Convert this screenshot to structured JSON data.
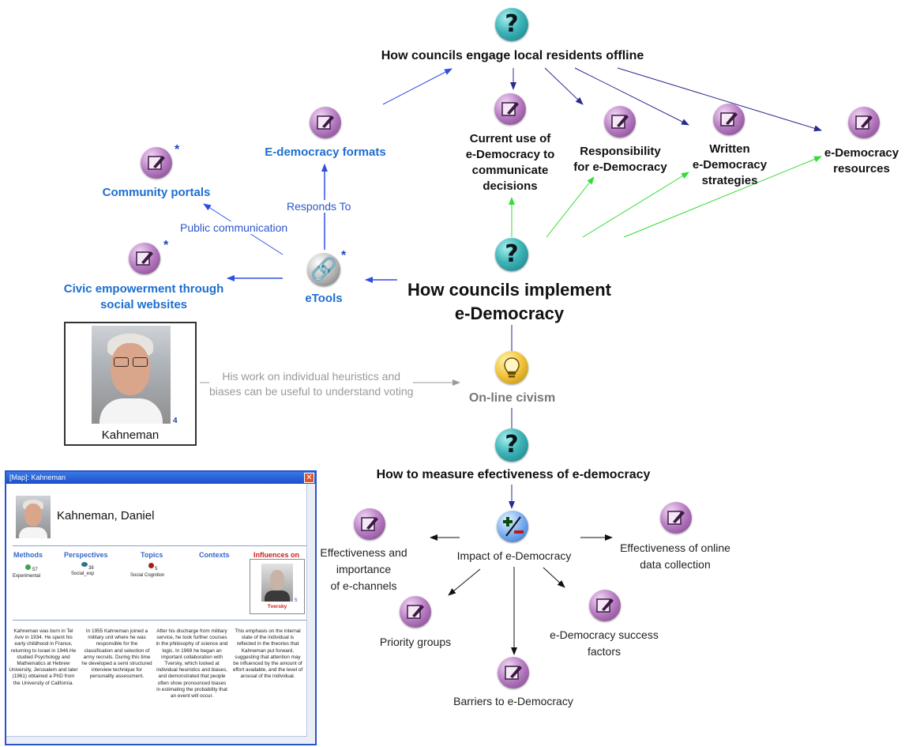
{
  "map": {
    "root_question": "How councils engage local residents offline",
    "central_question": "How councils implement e-Democracy",
    "idea": "On-line civism",
    "measure_question": "How to measure efectiveness of e-democracy",
    "pro_con": "Impact of e-Democracy",
    "nodes": {
      "current_use": "Current use of e-Democracy to communicate decisions",
      "responsibility": "Responsibility for e-Democracy",
      "written": "Written e-Democracy strategies",
      "resources": "e-Democracy resources",
      "formats": "E-democracy formats",
      "community_portals": "Community portals",
      "civic": "Civic empowerment through social websites",
      "etools": "eTools",
      "effectiveness_channels": "Effectiveness and importance of e-channels",
      "online_data": "Effectiveness of online data collection",
      "priority": "Priority groups",
      "success": "e-Democracy success factors",
      "barriers": "Barriers to e-Democracy"
    },
    "lines": {
      "current_use": [
        "Current use of",
        "e-Democracy to",
        "communicate",
        "decisions"
      ],
      "responsibility": [
        "Responsibility",
        "for e-Democracy"
      ],
      "written": [
        "Written",
        "e-Democracy",
        "strategies"
      ],
      "resources": [
        "e-Democracy",
        "resources"
      ],
      "central": [
        "How councils implement",
        "e-Democracy"
      ],
      "civic": [
        "Civic empowerment through",
        "social  websites"
      ],
      "effectiveness_channels": [
        "Effectiveness and",
        "importance",
        "of e-channels"
      ],
      "online_data": [
        "Effectiveness of online",
        "data collection"
      ],
      "success": [
        "e-Democracy success",
        "factors"
      ]
    },
    "edge_labels": {
      "responds_to": "Responds To",
      "public_communication": "Public communication",
      "heuristics_line1": "His work on individual heuristics and",
      "heuristics_line2": "biases can be useful to understand voting"
    },
    "stars": "*",
    "person": {
      "name": "Kahneman",
      "count": "4"
    }
  },
  "popup": {
    "title": "[Map]: Kahneman",
    "close": "✕",
    "name": "Kahneman, Daniel",
    "columns": [
      {
        "head": "Methods",
        "value": "Experimental",
        "count": "57"
      },
      {
        "head": "Perspectives",
        "value": "Social_exp",
        "count": "38"
      },
      {
        "head": "Topics",
        "value": "Social Cognition",
        "count": "5"
      },
      {
        "head": "Contexts",
        "value": "",
        "count": ""
      },
      {
        "head": "Influences on",
        "value": "Tversky",
        "count": "5"
      }
    ],
    "bio": [
      "Kahneman was born in Tel Aviv in 1934. He spent his early childhood in France, returning to Israel in 1946.He studied Psychology and Mathematics at Hebrew University, Jerusalem and later (1961) obtained a PhD from the University of California.",
      "In 1955 Kahneman joined a military unit where he was responsible for the classification and selection of army recruits. During this time he developed a semi structured interview technique for personality assessment.",
      "After his discharge from military service, he took further courses in the philosophy of science and logic. In 1969 he began an important collaboration with Tversky, which looked at individual heuristics and biases, and demonstrated that people often show pronounced biases in estimating the probability that an event will occur.",
      "This emphasis on the internal state of the individual is reflected in the theories that Kahneman put forward, suggesting that attention may be influenced by the amount of effort available, and the level of arousal of the individual."
    ]
  },
  "colors": {
    "question_edge": "#2b2b8f",
    "response_edge": "#2d4fe0",
    "support_edge": "#33dd33",
    "person_edge": "#999999",
    "link_blue": "#1c6fcf"
  },
  "icons": {
    "question": "question-icon",
    "note": "note-icon",
    "link": "link-icon",
    "idea": "lightbulb-icon",
    "pro_con": "pro-con-icon"
  }
}
